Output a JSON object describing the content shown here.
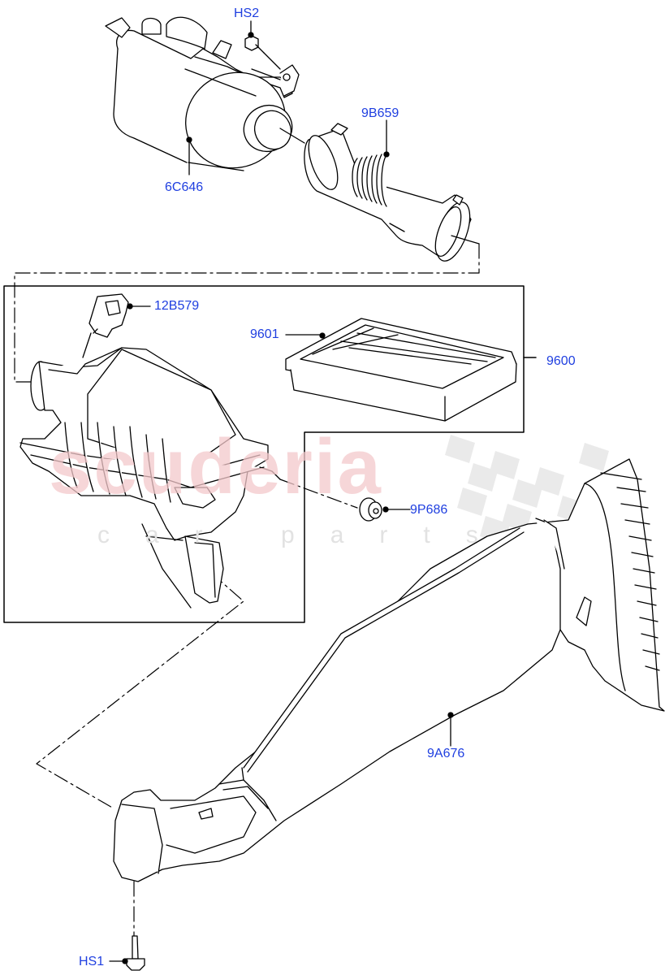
{
  "diagram": {
    "type": "exploded parts diagram",
    "subject": "Air cleaner assembly and intake ducting",
    "colors": {
      "callout_text": "#1f3fe0",
      "line_art": "#000000",
      "watermark_red": "#f4c9cb",
      "watermark_grey": "#e2e2e2",
      "background": "#ffffff"
    }
  },
  "watermark": {
    "main": "scuderia",
    "sub": "car parts"
  },
  "callouts": [
    {
      "id": "HS2",
      "label": "HS2",
      "part": "Bolt"
    },
    {
      "id": "6C646",
      "label": "6C646",
      "part": "Resonator"
    },
    {
      "id": "9B659",
      "label": "9B659",
      "part": "Air intake hose"
    },
    {
      "id": "12B579",
      "label": "12B579",
      "part": "Mass air flow sensor"
    },
    {
      "id": "9601",
      "label": "9601",
      "part": "Air filter element"
    },
    {
      "id": "9600",
      "label": "9600",
      "part": "Air cleaner assembly"
    },
    {
      "id": "9P686",
      "label": "9P686",
      "part": "Grommet"
    },
    {
      "id": "9A676",
      "label": "9A676",
      "part": "Air intake duct"
    },
    {
      "id": "HS1",
      "label": "HS1",
      "part": "Bolt"
    }
  ]
}
